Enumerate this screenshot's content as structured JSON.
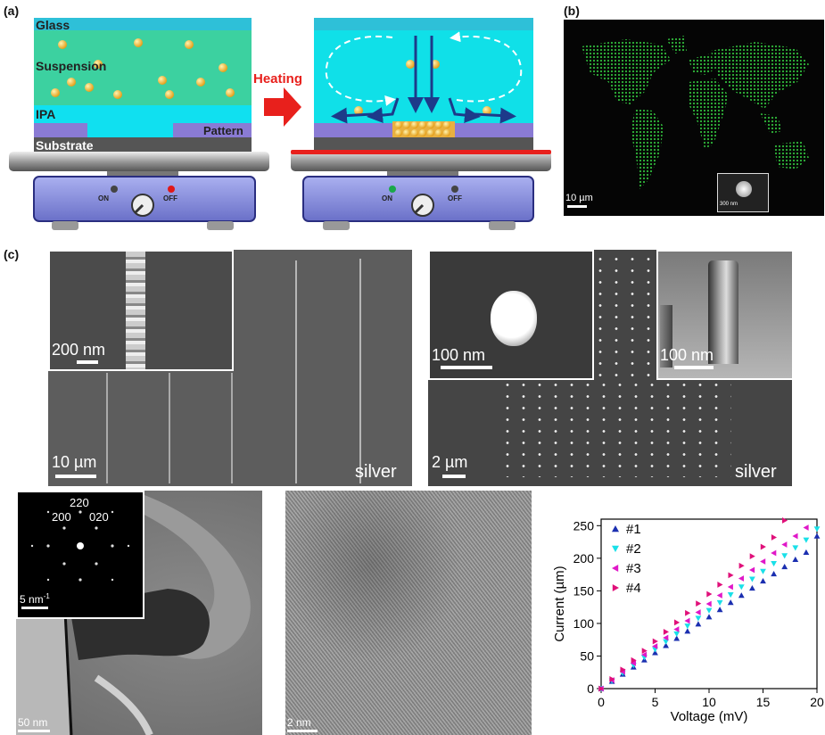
{
  "panel_a": {
    "label": "(a)",
    "layers": {
      "glass": "Glass",
      "suspension": "Suspension",
      "ipa": "IPA",
      "pattern": "Pattern",
      "substrate": "Substrate"
    },
    "arrow_label": "Heating",
    "hotplate_left": {
      "on": "ON",
      "off": "OFF",
      "lit": "off"
    },
    "hotplate_right": {
      "on": "ON",
      "off": "OFF",
      "lit": "on"
    },
    "colors": {
      "glass": "#2ec0d8",
      "suspension": "#3cd1a0",
      "ipa": "#10e0f0",
      "pattern": "#8a7bd4",
      "substrate": "#555555",
      "particle": "#f0b030",
      "arrow": "#e8201c"
    }
  },
  "panel_b": {
    "label": "(b)",
    "scale": "10 µm",
    "inset_scale": "300 nm",
    "dot_color": "#2fb83a"
  },
  "panel_c": {
    "label": "(c)",
    "left": {
      "inset_scale": "200 nm",
      "main_scale": "10 µm",
      "material": "silver"
    },
    "right": {
      "inset1_scale": "100 nm",
      "inset2_scale": "100 nm",
      "main_scale": "2 µm",
      "material": "silver"
    }
  },
  "panel_d": {
    "tem_scale": "50 nm",
    "saed_labels": {
      "l220": "220",
      "l200": "200",
      "l020": "020"
    },
    "saed_scale": "5 nm",
    "saed_scale_sup": "-1",
    "hrtem_scale": "2 nm"
  },
  "chart_data": {
    "type": "scatter",
    "xlabel": "Voltage (mV)",
    "ylabel": "Current (µm)",
    "xlim": [
      0,
      20
    ],
    "ylim": [
      0,
      260
    ],
    "xticks": [
      "0",
      "5",
      "10",
      "15",
      "20"
    ],
    "yticks": [
      "0",
      "50",
      "100",
      "150",
      "200",
      "250"
    ],
    "legend_position": "top-left",
    "x": [
      0,
      1,
      2,
      3,
      4,
      5,
      6,
      7,
      8,
      9,
      10,
      11,
      12,
      13,
      14,
      15,
      16,
      17,
      18,
      19,
      20
    ],
    "series": [
      {
        "name": "#1",
        "marker": "up",
        "color": "#1b2fb0",
        "values": [
          0,
          11,
          22,
          33,
          44,
          55,
          66,
          77,
          88,
          99,
          110,
          121,
          132,
          143,
          154,
          165,
          176,
          187,
          198,
          209,
          234
        ]
      },
      {
        "name": "#2",
        "marker": "down",
        "color": "#19e0e8",
        "values": [
          0,
          12,
          24,
          36,
          48,
          60,
          72,
          84,
          96,
          108,
          120,
          132,
          144,
          156,
          168,
          180,
          192,
          204,
          216,
          228,
          245
        ]
      },
      {
        "name": "#3",
        "marker": "left",
        "color": "#e018c8",
        "values": [
          0,
          13,
          26,
          39,
          52,
          65,
          78,
          91,
          104,
          117,
          130,
          143,
          156,
          169,
          182,
          195,
          208,
          221,
          234,
          247
        ]
      },
      {
        "name": "#4",
        "marker": "right",
        "color": "#e0107a",
        "values": [
          0,
          14.5,
          29,
          43.5,
          58,
          72.5,
          87,
          101.5,
          116,
          130.5,
          145,
          159.5,
          174,
          188.5,
          203,
          217.5,
          232,
          258
        ]
      }
    ]
  }
}
